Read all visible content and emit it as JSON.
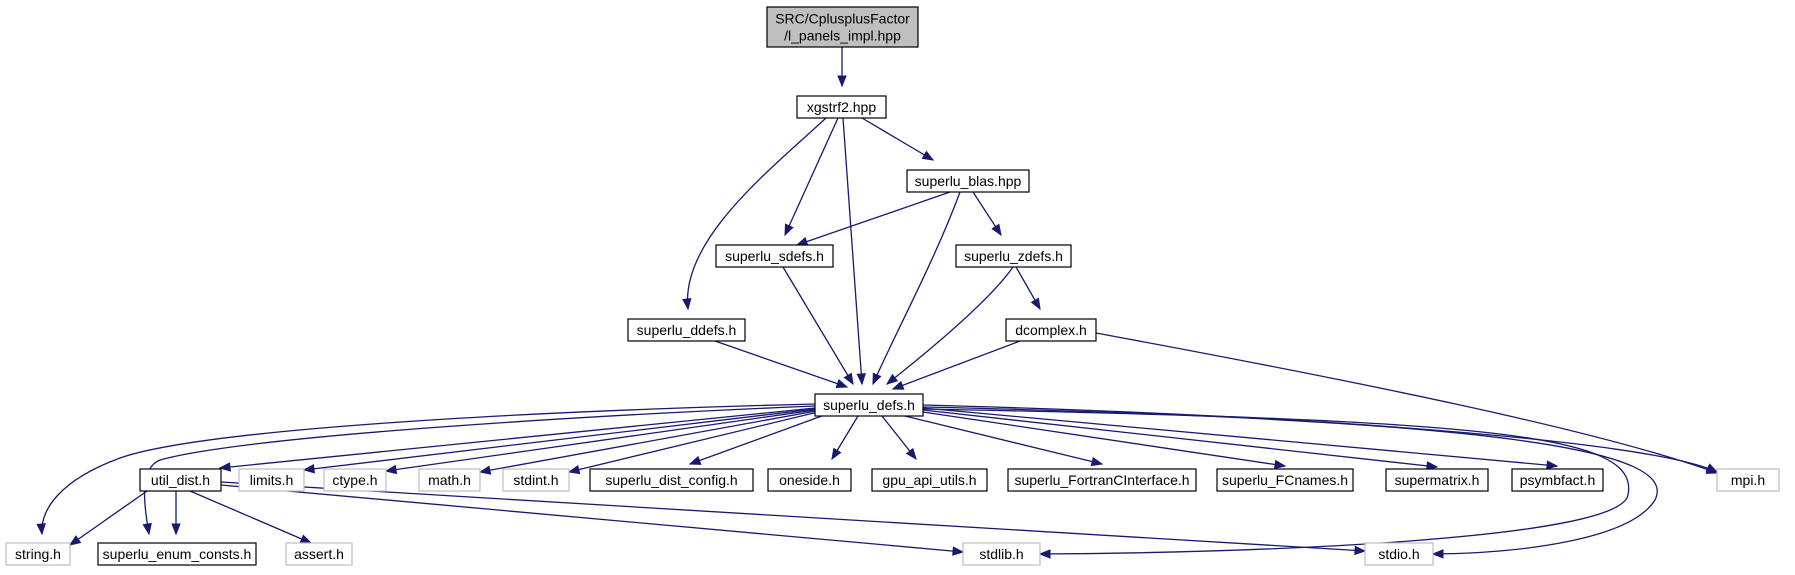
{
  "diagram": {
    "root": "SRC/CplusplusFactor/l_panels_impl.hpp",
    "nodes": {
      "root": {
        "lines": [
          "SRC/CplusplusFactor",
          "/l_panels_impl.hpp"
        ]
      },
      "xgstrf2": {
        "lines": [
          "xgstrf2.hpp"
        ]
      },
      "superlu_blas": {
        "lines": [
          "superlu_blas.hpp"
        ]
      },
      "superlu_sdefs": {
        "lines": [
          "superlu_sdefs.h"
        ]
      },
      "superlu_zdefs": {
        "lines": [
          "superlu_zdefs.h"
        ]
      },
      "superlu_ddefs": {
        "lines": [
          "superlu_ddefs.h"
        ]
      },
      "dcomplex": {
        "lines": [
          "dcomplex.h"
        ]
      },
      "superlu_defs": {
        "lines": [
          "superlu_defs.h"
        ]
      },
      "util_dist": {
        "lines": [
          "util_dist.h"
        ]
      },
      "limits": {
        "lines": [
          "limits.h"
        ]
      },
      "ctype": {
        "lines": [
          "ctype.h"
        ]
      },
      "math": {
        "lines": [
          "math.h"
        ]
      },
      "stdint": {
        "lines": [
          "stdint.h"
        ]
      },
      "superlu_dist_config": {
        "lines": [
          "superlu_dist_config.h"
        ]
      },
      "oneside": {
        "lines": [
          "oneside.h"
        ]
      },
      "gpu_api_utils": {
        "lines": [
          "gpu_api_utils.h"
        ]
      },
      "superlu_FortranCInterface": {
        "lines": [
          "superlu_FortranCInterface.h"
        ]
      },
      "superlu_FCnames": {
        "lines": [
          "superlu_FCnames.h"
        ]
      },
      "supermatrix": {
        "lines": [
          "supermatrix.h"
        ]
      },
      "psymbfact": {
        "lines": [
          "psymbfact.h"
        ]
      },
      "mpi": {
        "lines": [
          "mpi.h"
        ]
      },
      "string": {
        "lines": [
          "string.h"
        ]
      },
      "superlu_enum_consts": {
        "lines": [
          "superlu_enum_consts.h"
        ]
      },
      "assert": {
        "lines": [
          "assert.h"
        ]
      },
      "stdlib": {
        "lines": [
          "stdlib.h"
        ]
      },
      "stdio": {
        "lines": [
          "stdio.h"
        ]
      }
    },
    "node_kinds": {
      "root": "root",
      "external": [
        "limits",
        "ctype",
        "math",
        "stdint",
        "mpi",
        "string",
        "assert",
        "stdlib",
        "stdio"
      ]
    },
    "edges": [
      [
        "root",
        "xgstrf2"
      ],
      [
        "xgstrf2",
        "superlu_ddefs"
      ],
      [
        "xgstrf2",
        "superlu_sdefs"
      ],
      [
        "xgstrf2",
        "superlu_defs"
      ],
      [
        "xgstrf2",
        "superlu_blas"
      ],
      [
        "superlu_blas",
        "superlu_sdefs"
      ],
      [
        "superlu_blas",
        "superlu_zdefs"
      ],
      [
        "superlu_blas",
        "superlu_defs"
      ],
      [
        "superlu_sdefs",
        "superlu_defs"
      ],
      [
        "superlu_zdefs",
        "superlu_defs"
      ],
      [
        "superlu_zdefs",
        "dcomplex"
      ],
      [
        "superlu_ddefs",
        "superlu_defs"
      ],
      [
        "dcomplex",
        "superlu_defs"
      ],
      [
        "dcomplex",
        "mpi"
      ],
      [
        "superlu_defs",
        "string"
      ],
      [
        "superlu_defs",
        "superlu_enum_consts"
      ],
      [
        "superlu_defs",
        "util_dist"
      ],
      [
        "superlu_defs",
        "limits"
      ],
      [
        "superlu_defs",
        "ctype"
      ],
      [
        "superlu_defs",
        "math"
      ],
      [
        "superlu_defs",
        "stdint"
      ],
      [
        "superlu_defs",
        "superlu_dist_config"
      ],
      [
        "superlu_defs",
        "oneside"
      ],
      [
        "superlu_defs",
        "gpu_api_utils"
      ],
      [
        "superlu_defs",
        "superlu_FortranCInterface"
      ],
      [
        "superlu_defs",
        "superlu_FCnames"
      ],
      [
        "superlu_defs",
        "supermatrix"
      ],
      [
        "superlu_defs",
        "psymbfact"
      ],
      [
        "superlu_defs",
        "mpi"
      ],
      [
        "superlu_defs",
        "stdlib"
      ],
      [
        "superlu_defs",
        "stdio"
      ],
      [
        "util_dist",
        "string"
      ],
      [
        "util_dist",
        "superlu_enum_consts"
      ],
      [
        "util_dist",
        "assert"
      ],
      [
        "util_dist",
        "stdlib"
      ],
      [
        "util_dist",
        "stdio"
      ]
    ]
  }
}
